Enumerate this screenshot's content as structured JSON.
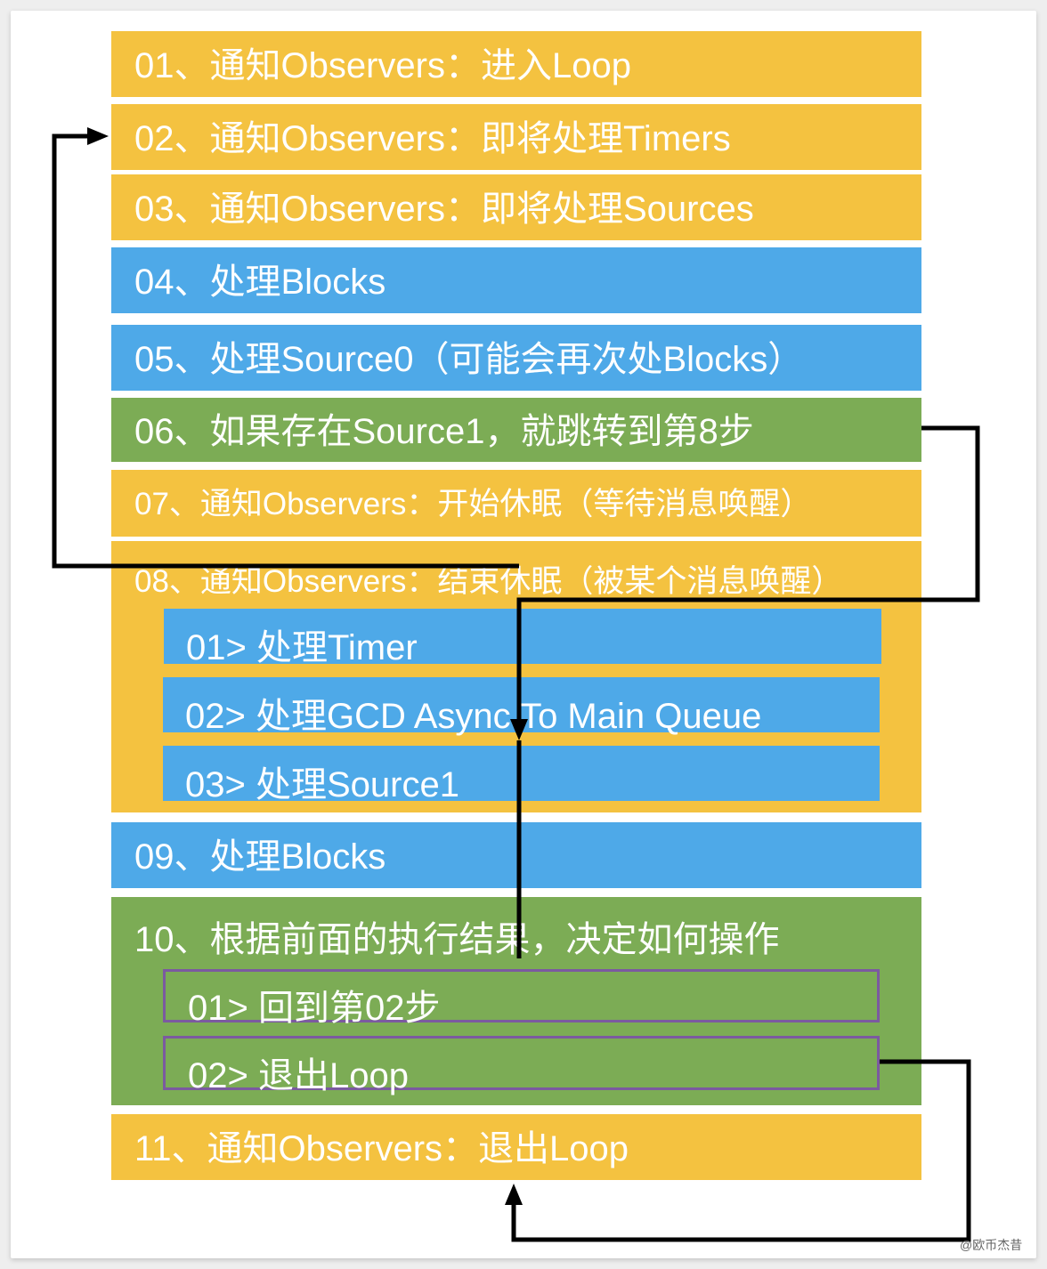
{
  "steps": [
    {
      "id": "01",
      "label": "01、通知Observers：进入Loop"
    },
    {
      "id": "02",
      "label": "02、通知Observers：即将处理Timers"
    },
    {
      "id": "03",
      "label": "03、通知Observers：即将处理Sources"
    },
    {
      "id": "04",
      "label": "04、处理Blocks"
    },
    {
      "id": "05",
      "label": "05、处理Source0（可能会再次处Blocks）"
    },
    {
      "id": "06",
      "label": "06、如果存在Source1，就跳转到第8步"
    },
    {
      "id": "07",
      "label": "07、通知Observers：开始休眠（等待消息唤醒）"
    },
    {
      "id": "08",
      "label": "08、通知Observers：结束休眠（被某个消息唤醒）",
      "substeps": [
        {
          "label": "01> 处理Timer"
        },
        {
          "label": "02> 处理GCD Async To Main Queue"
        },
        {
          "label": "03> 处理Source1"
        }
      ]
    },
    {
      "id": "09",
      "label": "09、处理Blocks"
    },
    {
      "id": "10",
      "label": "10、根据前面的执行结果，决定如何操作",
      "substeps": [
        {
          "label": "01> 回到第02步"
        },
        {
          "label": "02> 退出Loop"
        }
      ]
    },
    {
      "id": "11",
      "label": "11、通知Observers：退出Loop"
    }
  ],
  "colors": {
    "notify": "#f4c240",
    "process": "#4ea9e8",
    "decision": "#7cac55",
    "outline": "#7b5aa0",
    "arrow": "#000000"
  },
  "watermark": "@欧币杰昔"
}
